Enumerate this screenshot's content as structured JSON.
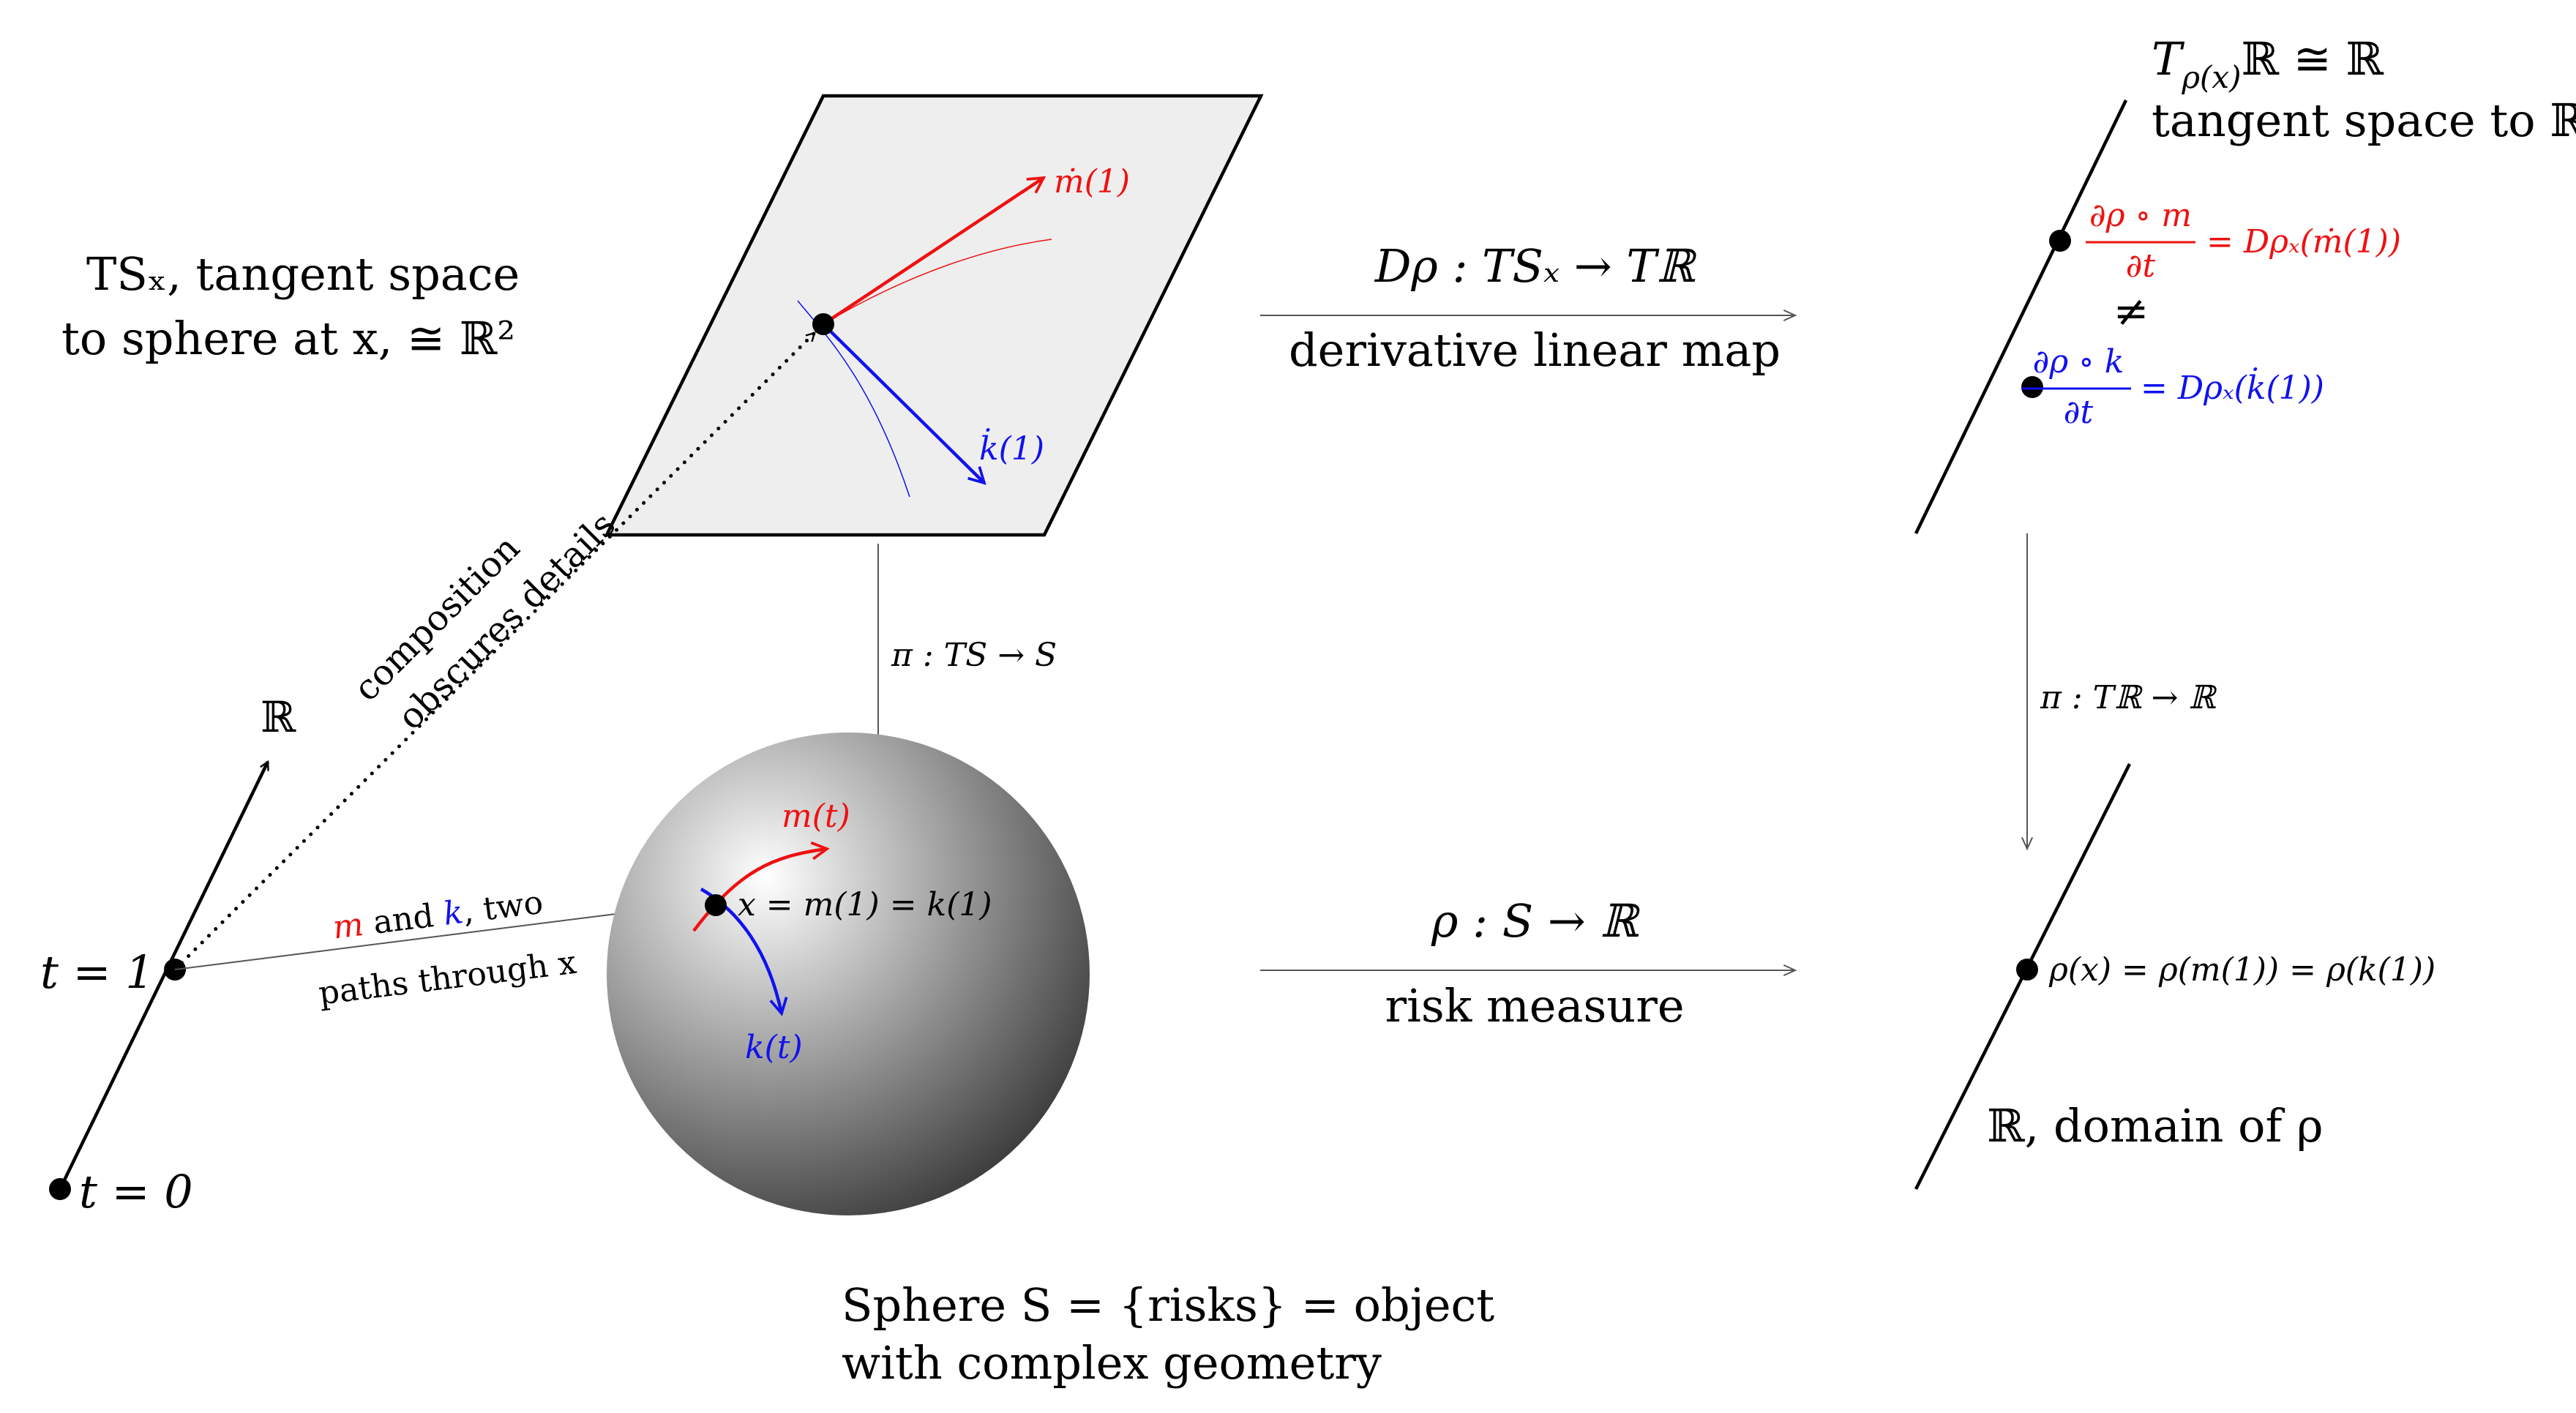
{
  "colors": {
    "black": "#000000",
    "red": "#ee1111",
    "blue": "#1111ee",
    "plane_fill": "#eeeeee",
    "sphere_light": "#ffffff",
    "sphere_dark": "#3a3a3a",
    "thin_arrow": "#555555"
  },
  "labels": {
    "ts_plane": "TSₓ, tangent space",
    "ts_plane_line2": "to sphere at x, ≅ ℝ²",
    "m_dot_1": "ṁ(1)",
    "k_dot_1": "k̇(1)",
    "composition_line1": "composition",
    "composition_line2": "obscures details",
    "pi_ts": "π : TS → S",
    "r_axis": "ℝ",
    "t1": "t = 1",
    "t0": "t = 0",
    "paths_line1_m": "m",
    "paths_line1_and": " and ",
    "paths_line1_k": "k",
    "paths_line1_rest": ", two",
    "paths_line2": "paths through x",
    "m_t": "m(t)",
    "k_t": "k(t)",
    "x_eq": "x = m(1) = k(1)",
    "sphere_caption_line1": "Sphere S = {risks} = object",
    "sphere_caption_line2": "with complex geometry",
    "d_rho_map": "Dρ : TSₓ → Tℝ",
    "derivative_linear_map": "derivative linear map",
    "rho_map": "ρ : S → ℝ",
    "risk_measure": "risk measure",
    "t_rho_title": "T_ρ(x)ℝ ≅ ℝ",
    "t_rho_title_base": "T",
    "t_rho_title_sub": "ρ(x)",
    "t_rho_title_rest": "ℝ ≅ ℝ",
    "tangent_space_to_r": "tangent space to ℝ",
    "drho_m_num": "∂ρ ∘ m",
    "drho_m_den": "∂t",
    "drho_m_rhs": "= Dρₓ(ṁ(1))",
    "not_equal": "≠",
    "drho_k_num": "∂ρ ∘ k",
    "drho_k_den": "∂t",
    "drho_k_rhs": "= Dρₓ(k̇(1))",
    "pi_tr": "π : Tℝ → ℝ",
    "rho_x_eq": "ρ(x) = ρ(m(1)) = ρ(k(1))",
    "r_domain": "ℝ, domain of ρ"
  }
}
